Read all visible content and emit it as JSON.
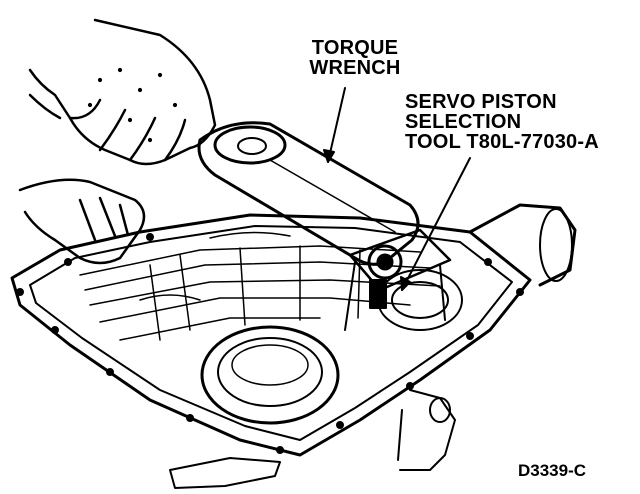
{
  "labels": {
    "torque_wrench": [
      "TORQUE",
      "WRENCH"
    ],
    "servo_tool": [
      "SERVO PISTON",
      "SELECTION",
      "TOOL T80L-77030-A"
    ]
  },
  "figure_id": "D3339-C",
  "colors": {
    "ink": "#000000",
    "paper": "#ffffff"
  }
}
